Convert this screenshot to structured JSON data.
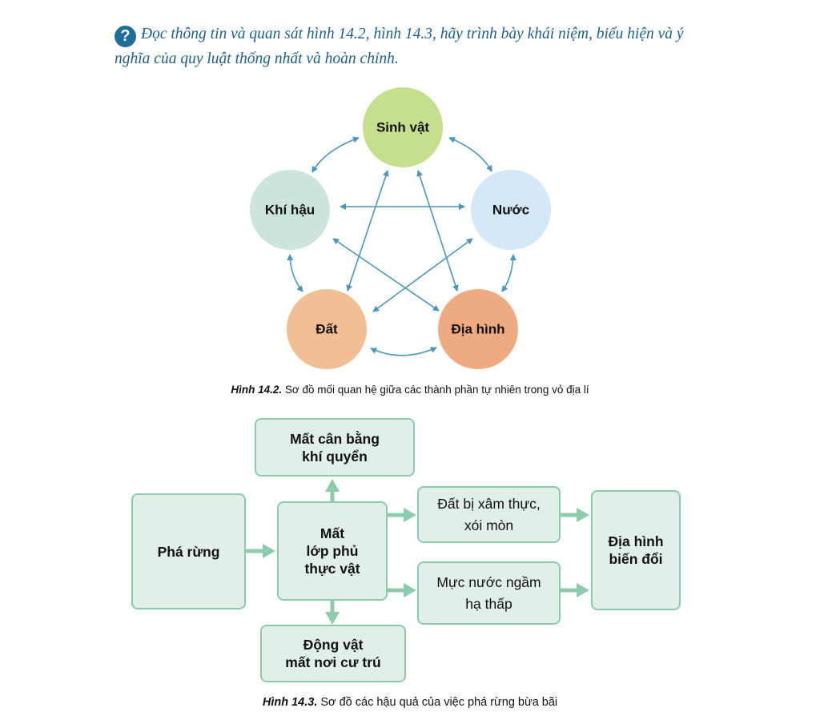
{
  "question": {
    "text": "Đọc thông tin và quan sát hình 14.2, hình 14.3, hãy trình bày khái niệm, biểu hiện và ý nghĩa của quy luật thống nhất và hoàn chỉnh.",
    "icon": "question-circle-icon"
  },
  "figure1": {
    "nodes": {
      "sinh_vat": "Sinh vật",
      "khi_hau": "Khí hậu",
      "nuoc": "Nước",
      "dat": "Đất",
      "dia_hinh": "Địa hình"
    },
    "colors": {
      "sinh_vat": "#c6df8c",
      "khi_hau": "#cce5dc",
      "nuoc": "#d3e9f8",
      "dat": "#f2bf95",
      "dia_hinh": "#eeaa80",
      "arrow": "#4a97bb"
    },
    "caption_num": "Hình 14.2.",
    "caption_text": " Sơ đồ mối quan hệ giữa các thành phần tự nhiên trong vỏ địa lí"
  },
  "figure2": {
    "boxes": {
      "pha_rung": "Phá rừng",
      "mat_can_bang": "Mất cân bằng\nkhí quyển",
      "mat_lop_phu": "Mất\nlớp phủ\nthực vật",
      "dong_vat": "Động vật\nmất nơi cư trú",
      "dat_xam_thuc": "Đất bị xâm thực,\nxói mòn",
      "muc_nuoc": "Mực nước ngầm\nhạ thấp",
      "dia_hinh_bien_doi": "Địa hình\nbiến đổi"
    },
    "colors": {
      "box_fill": "#e0efe7",
      "box_border": "#8ccbab",
      "arrow": "#8ccbab"
    },
    "caption_num": "Hình 14.3.",
    "caption_text": " Sơ đồ các hậu quả của việc phá rừng bừa bãi"
  }
}
